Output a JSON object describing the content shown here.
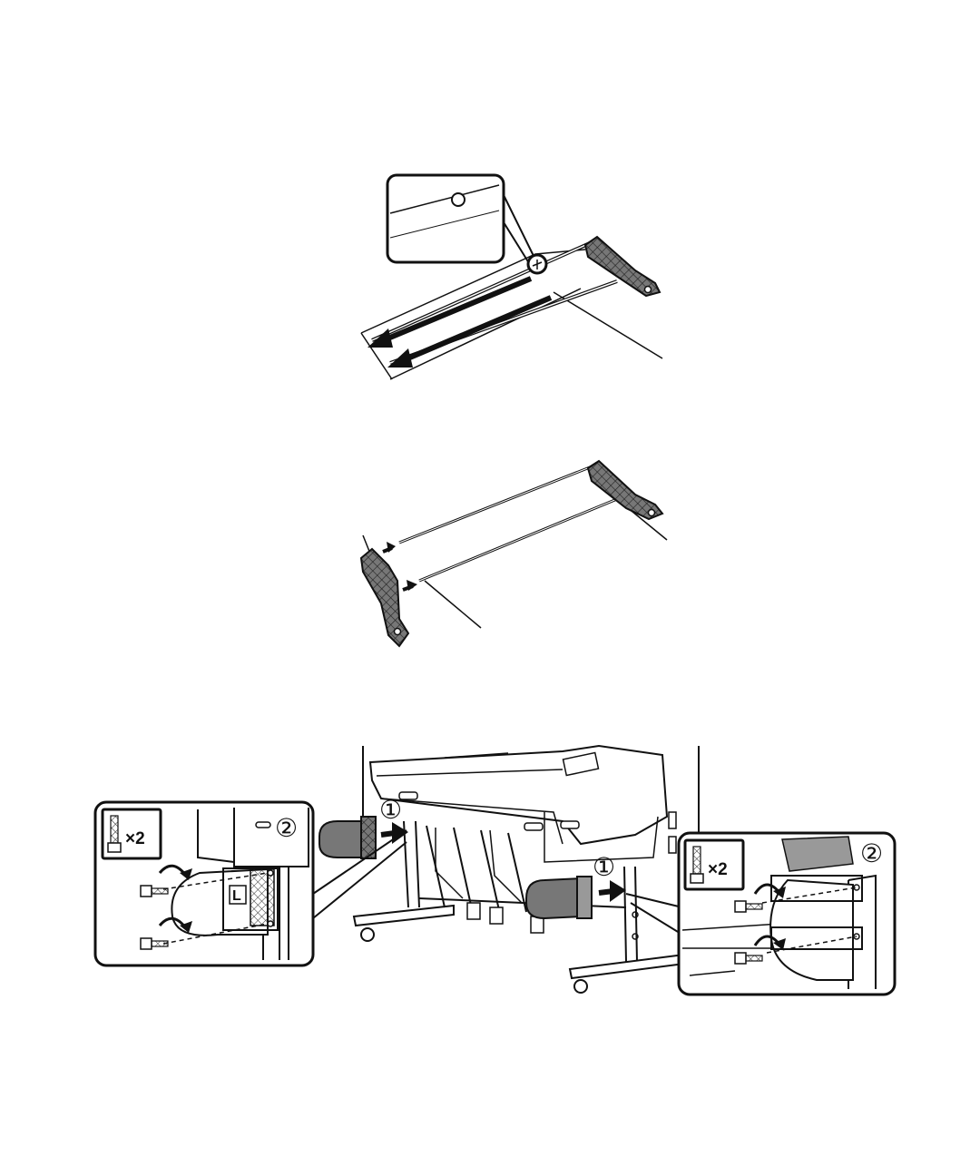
{
  "figures": {
    "rod_insert": {
      "callout_icon": "tape-with-hole-icon"
    },
    "rod_attach": {
      "arrow_icon": "insert-arrow-icon"
    },
    "foot_install": {
      "step1_label": "①",
      "step2_label": "②",
      "screw_icon": "screw-icon",
      "screw_count_label": "×2",
      "side_marker_label": "L"
    }
  },
  "colors": {
    "line": "#111111",
    "fill_dark": "#666666",
    "fill_mid": "#999999",
    "background": "#ffffff"
  }
}
